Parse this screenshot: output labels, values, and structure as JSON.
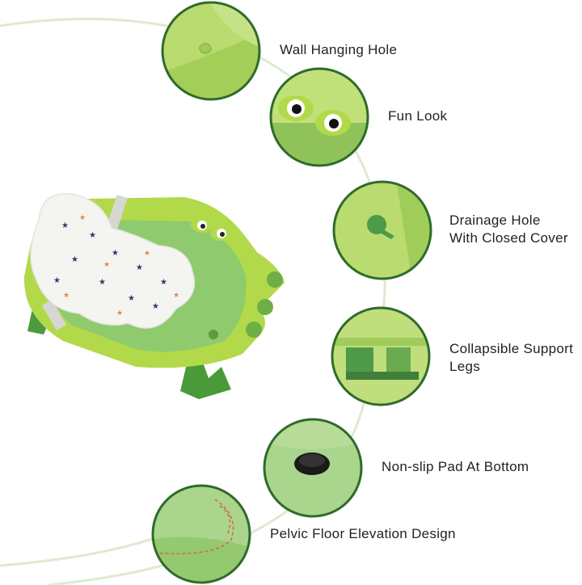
{
  "features": [
    {
      "id": "wall-hanging-hole",
      "label": "Wall Hanging Hole"
    },
    {
      "id": "fun-look",
      "label": "Fun Look"
    },
    {
      "id": "drainage-hole",
      "label": "Drainage Hole\nWith Closed Cover"
    },
    {
      "id": "collapsible-legs",
      "label": "Collapsible Support\nLegs"
    },
    {
      "id": "non-slip-pad",
      "label": "Non-slip Pad At Bottom"
    },
    {
      "id": "pelvic-floor",
      "label": "Pelvic Floor Elevation Design"
    }
  ],
  "colors": {
    "tub_green": "#b2d94a",
    "tub_inner": "#8fca6e",
    "dark_green": "#2f6b2a",
    "arc": "#dcebd2",
    "cushion": "#f4f4f1"
  }
}
